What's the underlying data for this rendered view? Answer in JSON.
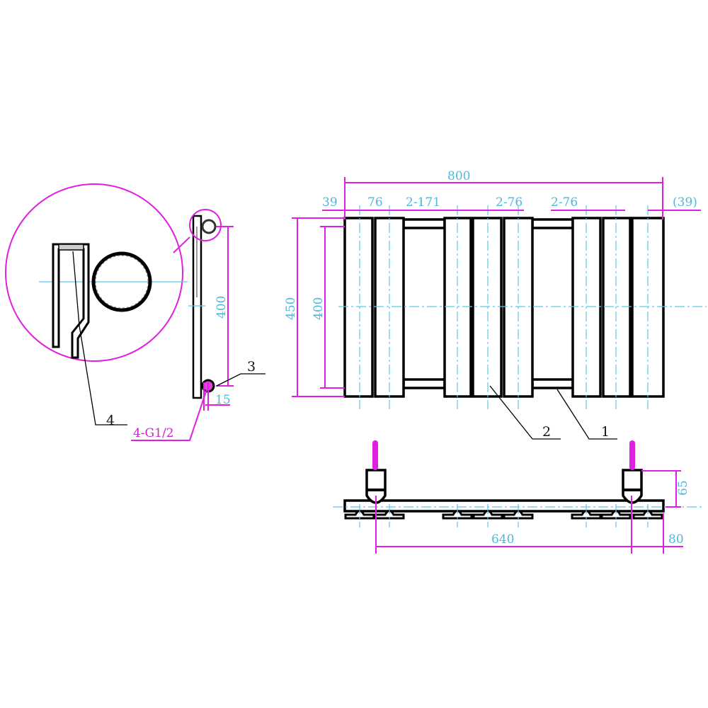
{
  "colors": {
    "dimension_line": "#e020e0",
    "dimension_text": "#4fb8dc",
    "centerline": "#5cc8ec",
    "outline": "#000000"
  },
  "front_view": {
    "overall_width": "800",
    "pitch_labels": [
      "39",
      "76",
      "2-171",
      "2-76",
      "2-76",
      "(39)"
    ],
    "overall_height": "450",
    "inner_height": "400",
    "part_labels": [
      "2",
      "1"
    ]
  },
  "side_view": {
    "connection_centers": "400",
    "offset": "15",
    "part_label": "3",
    "detail_label": "4",
    "connection_spec": "4-G1/2"
  },
  "bottom_view": {
    "connection_spacing": "640",
    "edge_offset": "80",
    "depth": "65"
  }
}
